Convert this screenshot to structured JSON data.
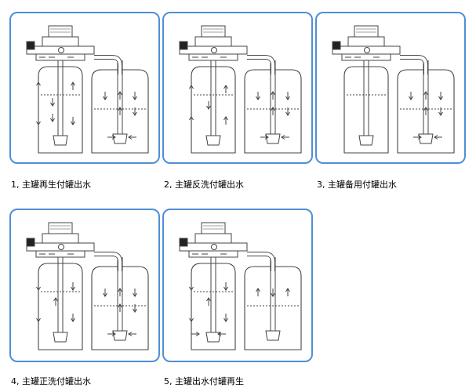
{
  "figure": {
    "panels": [
      {
        "id": "p1",
        "caption": "1, 主罐再生付罐出水"
      },
      {
        "id": "p2",
        "caption": "2, 主罐反洗付罐出水"
      },
      {
        "id": "p3",
        "caption": "3, 主罐备用付罐出水"
      },
      {
        "id": "p4",
        "caption": "4, 主罐正洗付罐出水"
      },
      {
        "id": "p5",
        "caption": "5, 主罐出水付罐再生"
      }
    ]
  },
  "colors": {
    "panel_border": "#4f8fd6",
    "line": "#444444",
    "caption_text": "#000000"
  }
}
